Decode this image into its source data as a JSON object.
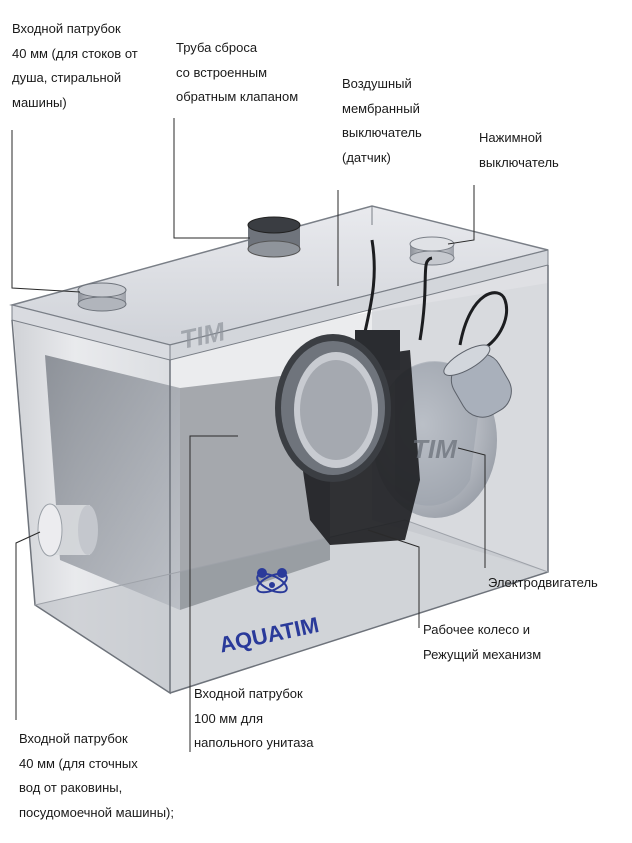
{
  "callouts": [
    {
      "id": "inlet-40-shower",
      "lines": [
        "Входной патрубок",
        "40 мм (для стоков от",
        "душа, стиральной",
        "машины)"
      ]
    },
    {
      "id": "discharge-pipe",
      "lines": [
        "Труба сброса",
        "со встроенным",
        "обратным клапаном"
      ]
    },
    {
      "id": "air-switch",
      "lines": [
        "Воздушный",
        "мембранный",
        "выключатель",
        "(датчик)"
      ]
    },
    {
      "id": "push-switch",
      "lines": [
        "Нажимной",
        "выключатель"
      ]
    },
    {
      "id": "motor",
      "lines": [
        "Электродвигатель"
      ]
    },
    {
      "id": "impeller",
      "lines": [
        "Рабочее колесо и",
        "Режущий механизм"
      ]
    },
    {
      "id": "inlet-100",
      "lines": [
        "Входной патрубок",
        "100 мм для",
        "напольного унитаза"
      ]
    },
    {
      "id": "inlet-40-sink",
      "lines": [
        "Входной патрубок",
        "40 мм (для сточных",
        "вод от раковины,",
        "посудомоечной машины);"
      ]
    }
  ],
  "product": {
    "brand": "AQUATIM",
    "watermark_text": "TIM",
    "colors": {
      "body": "#c9ccd3",
      "frame": "#e1e3e8",
      "pipe": "#9aa0aa",
      "motor": "#b9bfc9",
      "ink": "#1a1a1a"
    }
  }
}
